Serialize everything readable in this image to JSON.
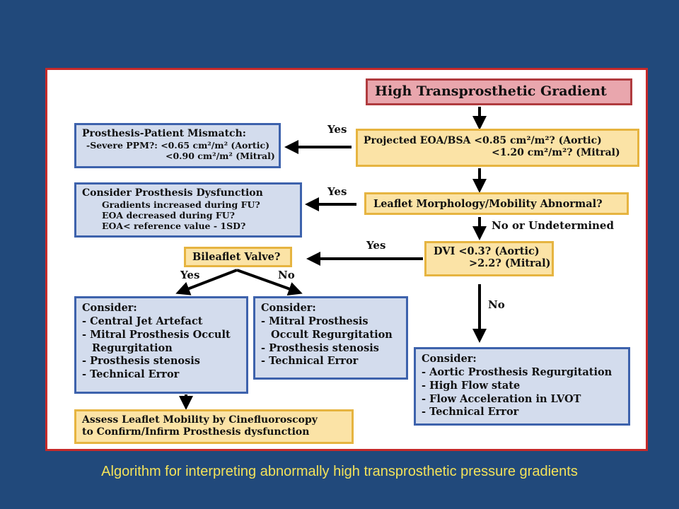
{
  "nodes": {
    "high_gradient": {
      "lines": [
        "High Transprosthetic Gradient"
      ]
    },
    "projected_eoa": {
      "lines": [
        "Projected EOA/BSA <0.85 cm²/m²? (Aortic)",
        "<1.20 cm²/m²? (Mitral)"
      ]
    },
    "ppm": {
      "lines": [
        "Prosthesis-Patient Mismatch:",
        "-Severe PPM?: <0.65 cm²/m² (Aortic)",
        "<0.90 cm²/m² (Mitral)"
      ]
    },
    "leaflet": {
      "lines": [
        "Leaflet Morphology/Mobility Abnormal?"
      ]
    },
    "dysfunction": {
      "lines": [
        "Consider Prosthesis Dysfunction",
        "Gradients increased during FU?",
        "EOA decreased during FU?",
        "EOA< reference value - 1SD?"
      ]
    },
    "dvi": {
      "lines": [
        "DVI <0.3? (Aortic)",
        ">2.2? (Mitral)"
      ]
    },
    "bileaflet": {
      "lines": [
        "Bileaflet Valve?"
      ]
    },
    "consider_yes": {
      "lines": [
        "Consider:",
        "- Central Jet Artefact",
        "- Mitral Prosthesis Occult",
        "Regurgitation",
        "- Prosthesis stenosis",
        "- Technical Error"
      ]
    },
    "consider_no": {
      "lines": [
        "Consider:",
        "- Mitral Prosthesis",
        "Occult Regurgitation",
        "- Prosthesis stenosis",
        "- Technical Error"
      ]
    },
    "consider_right": {
      "lines": [
        "Consider:",
        "- Aortic Prosthesis Regurgitation",
        "- High Flow state",
        "- Flow Acceleration in LVOT",
        "- Technical Error"
      ]
    },
    "cinefluoro": {
      "lines": [
        "Assess Leaflet Mobility by Cinefluoroscopy",
        "to Confirm/Infirm Prosthesis dysfunction"
      ]
    }
  },
  "labels": {
    "yes_1": "Yes",
    "yes_2": "Yes",
    "no_or_undetermined": "No or Undetermined",
    "yes_3": "Yes",
    "yes_4": "Yes",
    "no_1": "No",
    "no_2": "No"
  },
  "caption": "Algorithm for interpreting abnormally high transprosthetic pressure gradients"
}
